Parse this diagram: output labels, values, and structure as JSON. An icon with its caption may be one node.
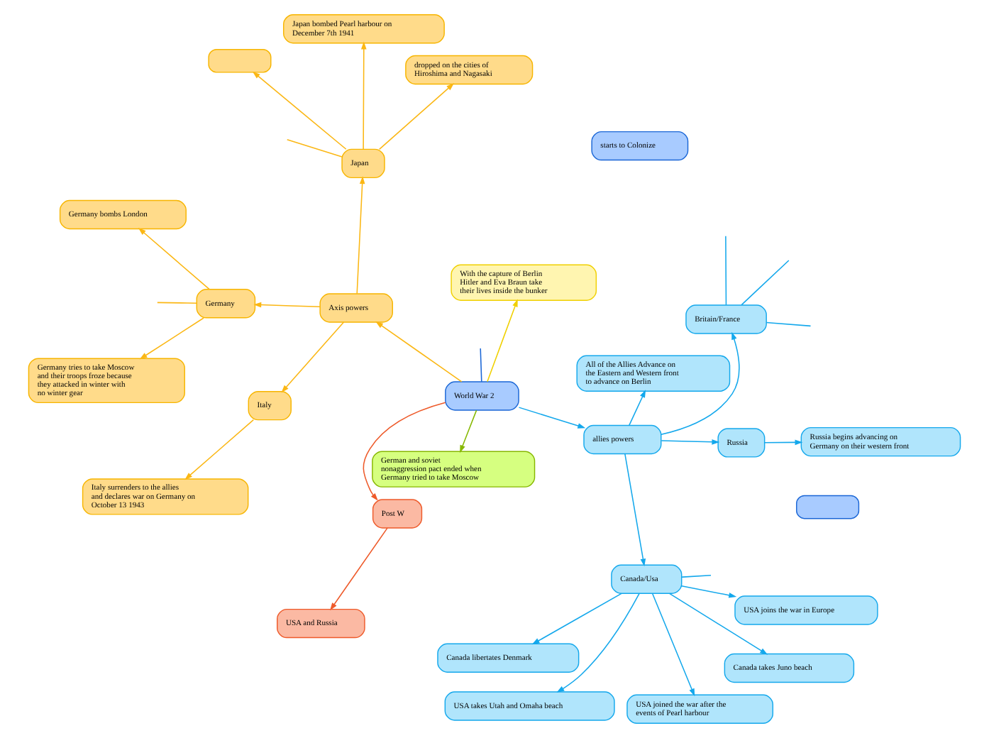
{
  "diagram": {
    "nodes": [
      {
        "text": [
          "World War 2"
        ]
      },
      {
        "text": [
          "Axis powers"
        ]
      },
      {
        "text": [
          "Germany"
        ]
      },
      {
        "text": [
          "Japan"
        ]
      },
      {
        "text": [
          "Italy"
        ]
      },
      {
        "text": [
          "Germany bombs London"
        ]
      },
      {
        "text": [
          "Germany tries to take Moscow and their troops froze because they attacked in winter with no winter gear"
        ]
      },
      {
        "text": [],
        "shape": "box"
      },
      {
        "text": [
          "dropped on the cities of Hiroshima and Nagasaki"
        ]
      },
      {
        "text": [
          "Japan bombed Pearl harbour on December 7th 1941"
        ]
      },
      {
        "text": [
          "Italy surrenders to the allies and declares war on Germany on October 13 1943"
        ]
      },
      {
        "text": [
          "With the capture of Berlin Hitler and Eva Braun take their lives inside the bunker"
        ]
      },
      {
        "text": [
          "starts to Colonize"
        ]
      },
      {
        "text": [],
        "shape": "box"
      },
      {
        "text": [
          "German and soviet nonaggression pact ended when Germany tried to take Moscow"
        ]
      },
      {
        "text": [
          "Post W"
        ]
      },
      {
        "text": [
          "USA and Russia"
        ]
      },
      {
        "text": [
          "allies powers"
        ]
      },
      {
        "text": [
          "All of the Allies Advance on the Eastern and Western front to advance on Berlin"
        ]
      },
      {
        "text": [
          "Canada/Usa"
        ]
      },
      {
        "text": [
          "Britain/France"
        ]
      },
      {
        "text": [
          "Russia"
        ]
      },
      {
        "text": [
          "Canada libertates Denmark"
        ]
      },
      {
        "text": [
          "USA takes Utah and Omaha beach"
        ]
      },
      {
        "text": [
          "Canada takes Juno beach"
        ]
      },
      {
        "text": [
          "USA joins the war in Europe"
        ]
      },
      {
        "text": [
          "USA joined the war after the events of Pearl harbour"
        ]
      },
      {
        "text": [
          "Russia begins advancing on Germany on their western front"
        ]
      }
    ],
    "edges": [
      {
        "from": 0,
        "to": 1,
        "arrow": "to",
        "color": "#fbb714"
      },
      {
        "from": 1,
        "to": 2,
        "arrow": "to",
        "color": "#fbb714"
      },
      {
        "from": 1,
        "to": 3,
        "arrow": "to",
        "color": "#fbb714"
      },
      {
        "from": 1,
        "to": 4,
        "arrow": "to",
        "color": "#fbb714"
      },
      {
        "from": 2,
        "to": 5,
        "arrow": "to",
        "color": "#fbb714"
      },
      {
        "from": 2,
        "to": 6,
        "arrow": "to",
        "color": "#fbb714"
      },
      {
        "from": 2,
        "to": null,
        "arrow": "none",
        "color": "#fbb714"
      },
      {
        "from": 3,
        "to": null,
        "arrow": "none",
        "color": "#fbb714"
      },
      {
        "from": 3,
        "to": 7,
        "arrow": "to",
        "color": "#fbb714"
      },
      {
        "from": 3,
        "to": 8,
        "arrow": "to",
        "color": "#fbb714"
      },
      {
        "from": 3,
        "to": 9,
        "arrow": "to",
        "color": "#fbb714"
      },
      {
        "from": 4,
        "to": 10,
        "arrow": "to",
        "color": "#fbb714"
      },
      {
        "from": 0,
        "to": 11,
        "arrow": "to",
        "color": "#f0d000"
      },
      {
        "from": 0,
        "to": null,
        "arrow": "none",
        "color": "#1a66d6"
      },
      {
        "from": 0,
        "to": 14,
        "arrow": "to",
        "color": "#86b800"
      },
      {
        "from": 0,
        "to": 15,
        "arrow": "to",
        "color": "#ee5a2a"
      },
      {
        "from": 15,
        "to": 16,
        "arrow": "to",
        "color": "#ee5a2a"
      },
      {
        "from": 0,
        "to": 17,
        "arrow": "to"
      },
      {
        "from": 17,
        "to": 18,
        "arrow": "to"
      },
      {
        "from": 17,
        "to": 19,
        "arrow": "to"
      },
      {
        "from": 17,
        "to": 20,
        "arrow": "to"
      },
      {
        "from": 17,
        "to": 21,
        "arrow": "to"
      },
      {
        "from": 19,
        "to": 22,
        "arrow": "to"
      },
      {
        "from": 19,
        "to": 23,
        "arrow": "to"
      },
      {
        "from": 19,
        "to": 24,
        "arrow": "to"
      },
      {
        "from": 19,
        "to": 25,
        "arrow": "to"
      },
      {
        "from": 19,
        "to": 26,
        "arrow": "to"
      },
      {
        "from": 19,
        "to": null,
        "arrow": "none"
      },
      {
        "from": 20,
        "to": null,
        "arrow": "none"
      },
      {
        "from": 20,
        "to": null,
        "arrow": "none"
      },
      {
        "from": 20,
        "to": null,
        "arrow": "none"
      },
      {
        "from": 21,
        "to": 27,
        "arrow": "to"
      }
    ]
  }
}
